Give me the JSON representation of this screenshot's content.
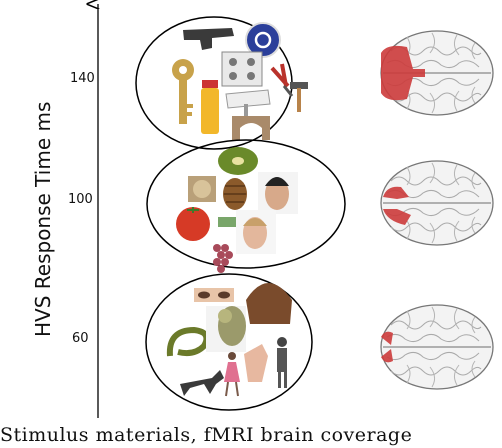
{
  "axis": {
    "ylabel": "HVS Response Time  ms",
    "ticks": [
      "140",
      "100",
      "60"
    ]
  },
  "groups": [
    {
      "items": [
        "pistol-icon",
        "road-sign-icon",
        "key-icon",
        "stove-icon",
        "pliers-icon",
        "hammer-icon",
        "baby-bottle-icon",
        "lamp-icon",
        "arch-gate-icon"
      ]
    },
    {
      "items": [
        "kiwi-icon",
        "lion-icon",
        "pinecone-icon",
        "man-face-icon",
        "tomato-icon",
        "money-icon",
        "woman-face-icon",
        "grapes-icon"
      ]
    },
    {
      "items": [
        "eyes-icon",
        "hair-icon",
        "snake-icon",
        "baboon-icon",
        "hand-icon",
        "standing-man-icon",
        "dog-icon",
        "walking-woman-icon"
      ]
    }
  ],
  "brains": [
    "brain-coverage-top",
    "brain-coverage-middle",
    "brain-coverage-bottom"
  ],
  "caption": "Stimulus materials, fMRI brain coverage"
}
